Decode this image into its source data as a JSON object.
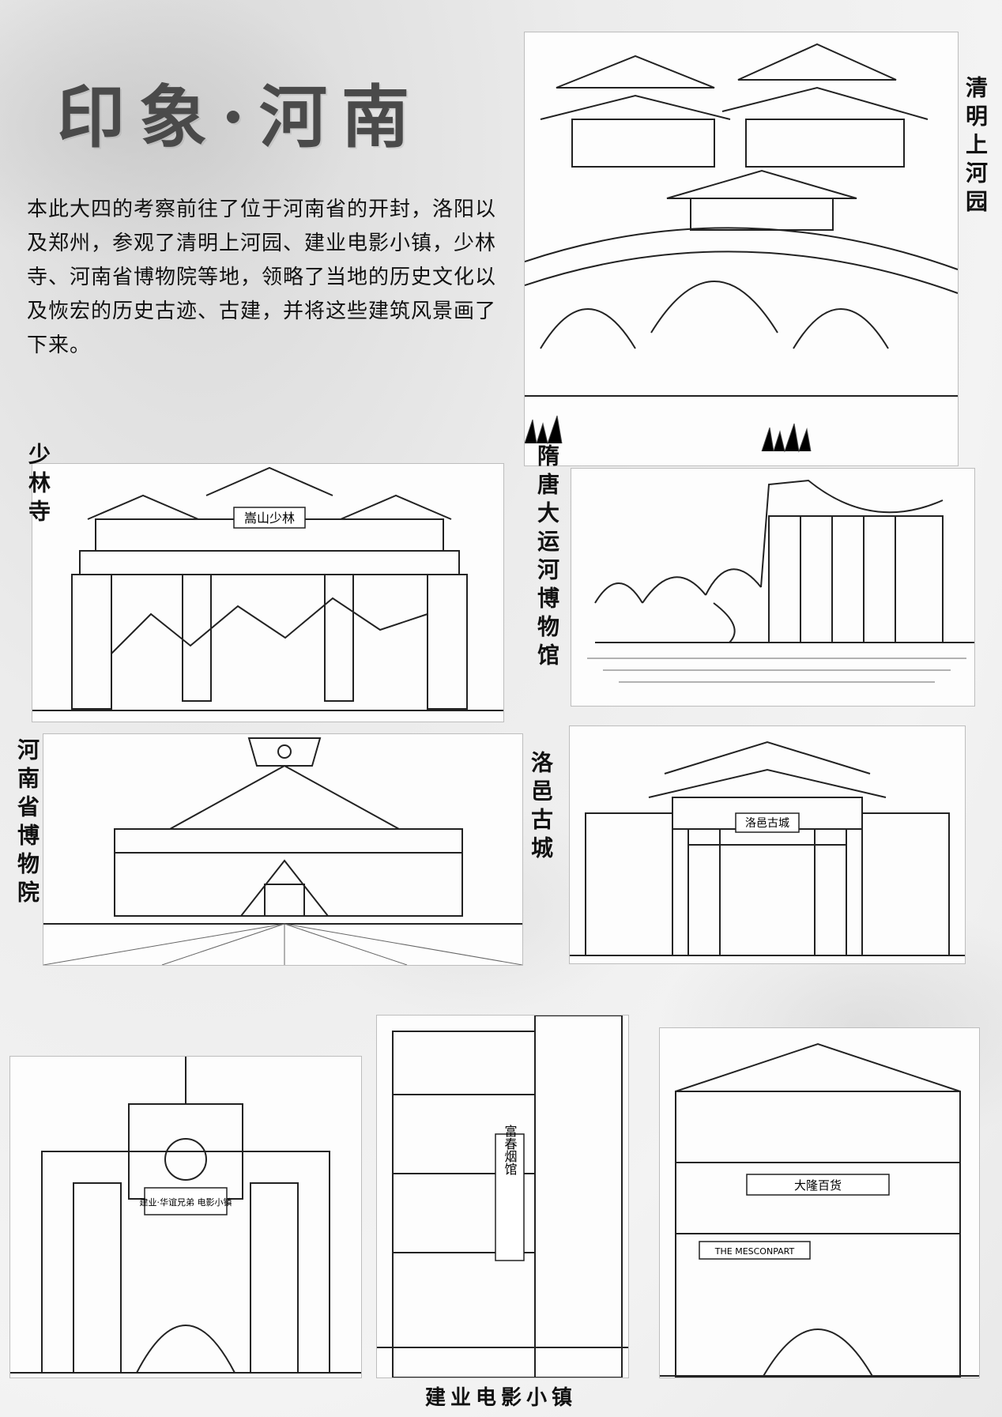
{
  "title": "印象·河南",
  "intro": "本此大四的考察前往了位于河南省的开封，洛阳以及郑州，参观了清明上河园、建业电影小镇，少林寺、河南省博物院等地，领略了当地的历史文化以及恢宏的历史古迹、古建，并将这些建筑风景画了下来。",
  "labels": {
    "qingming": "清明上河园",
    "shaolin": "少林寺",
    "canal_museum": "隋唐大运河博物馆",
    "henan_museum": "河南省博物院",
    "luoyi": "洛邑古城",
    "jianye": "建业电影小镇"
  },
  "sketch_signs": {
    "shaolin_gate": "嵩山少林",
    "luoyi_gate": "洛邑古城",
    "jianye_tower": "建业·华谊兄弟 电影小镇",
    "jianye_shop1": "富春烟馆",
    "jianye_shop2": "大隆百货",
    "jianye_shop3": "THE MESCONPART"
  }
}
